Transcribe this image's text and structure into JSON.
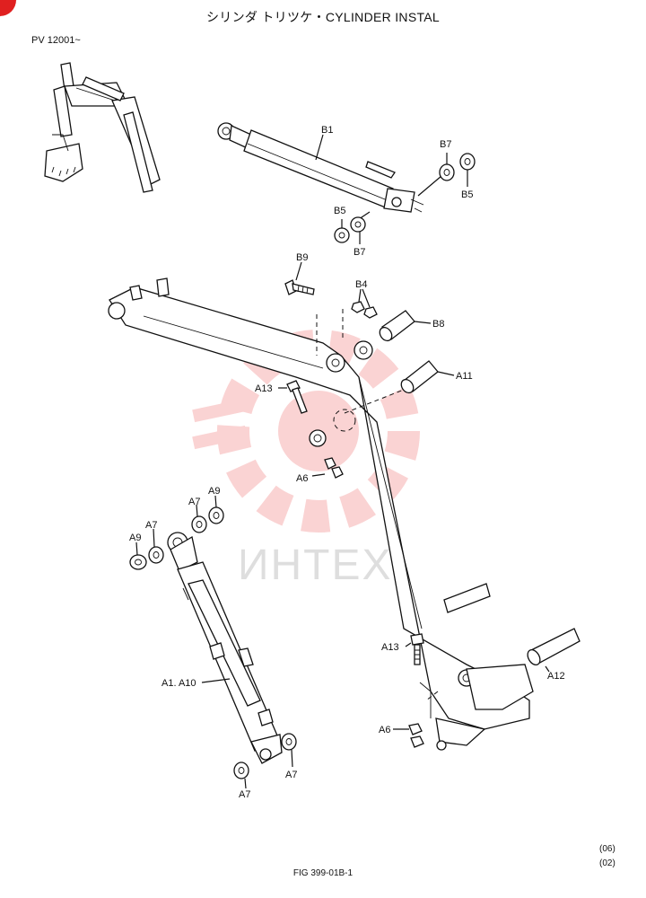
{
  "header": {
    "title": "シリンダ トリツケ・CYLINDER INSTAL",
    "serial_range": "PV 12001~"
  },
  "watermark": {
    "text": "ИНТЕХ",
    "color": "#f4a0a0"
  },
  "part_labels": {
    "b1": "B1",
    "b7_top": "B7",
    "b5_top": "B5",
    "b5_left": "B5",
    "b7_left": "B7",
    "b9": "B9",
    "b4": "B4",
    "b8": "B8",
    "a11": "A11",
    "a13_upper": "A13",
    "a6_upper": "A6",
    "a7_upper": "A7",
    "a9_upper": "A9",
    "a7_left": "A7",
    "a9_left": "A9",
    "a1_a10": "A1. A10",
    "a7_bottom_right": "A7",
    "a7_bottom": "A7",
    "a13_lower": "A13",
    "a12": "A12",
    "a6_lower": "A6"
  },
  "footer": {
    "figure_number": "FIG 399-01B-1",
    "revision_1": "(06)",
    "revision_2": "(02)"
  }
}
